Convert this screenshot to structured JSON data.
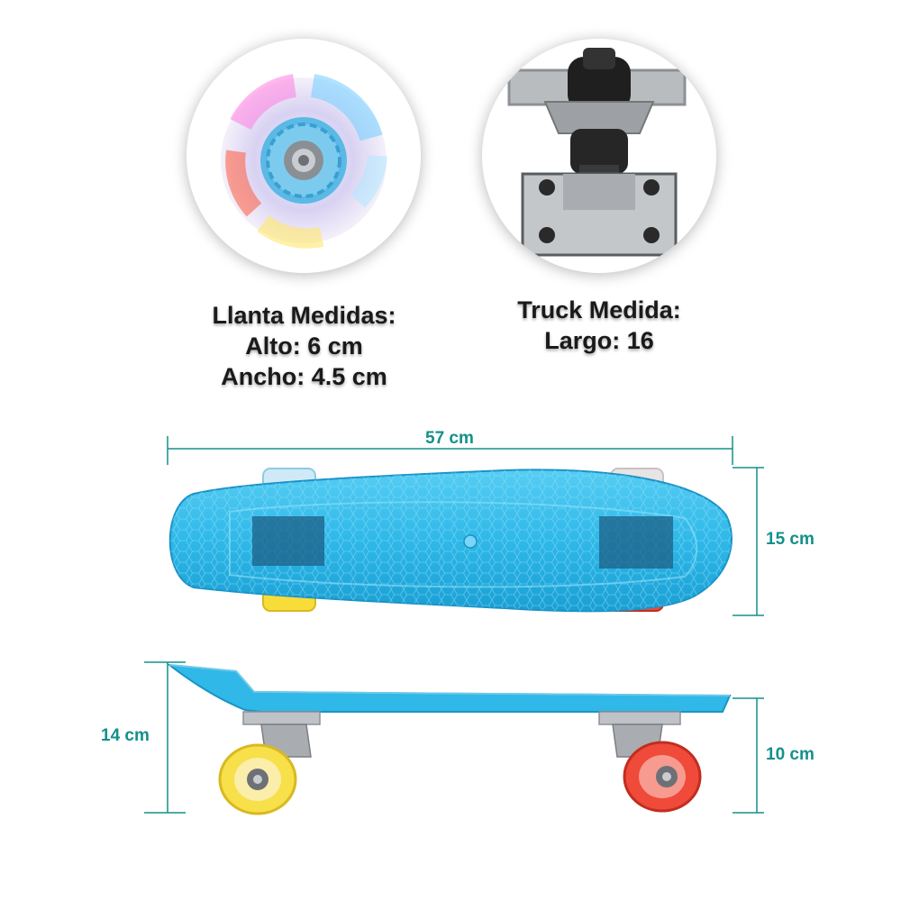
{
  "wheel_spec": {
    "title": "Llanta Medidas:",
    "height": "Alto: 6 cm",
    "width": "Ancho: 4.5 cm"
  },
  "truck_spec": {
    "title": "Truck Medida:",
    "length": "Largo: 16"
  },
  "dimensions": {
    "length": "57 cm",
    "width": "15 cm",
    "total_height": "14 cm",
    "deck_height": "10 cm"
  },
  "colors": {
    "deck": "#2fb8e8",
    "dimension_line": "#13908a",
    "wheel_yellow": "#f2d51e",
    "wheel_red": "#e8342a"
  }
}
